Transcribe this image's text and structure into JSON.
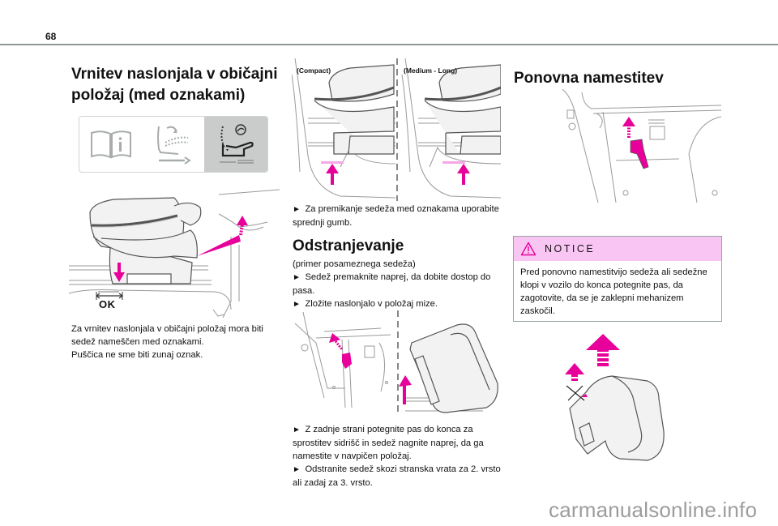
{
  "page": {
    "number": "68",
    "watermark": "carmanualsonline.info"
  },
  "column1": {
    "heading": "Vrnitev naslonjala v običajni položaj (med oznakami)",
    "icons": [
      "book-info-icon",
      "seat-fold-icon",
      "seat-return-icon"
    ],
    "figure_label": "OK",
    "paragraph": [
      "Za vrnitev naslonjala v običajni položaj mora biti sedež nameščen med oznakami.",
      "Puščica ne sme biti zunaj oznak."
    ]
  },
  "column2": {
    "figure_labels": [
      "(Compact)",
      "(Medium - Long)"
    ],
    "intro_bullet": "Za premikanje sedeža med oznakama uporabite sprednji gumb.",
    "section_heading": "Odstranjevanje",
    "section_note": "(primer posameznega sedeža)",
    "bullets": [
      "Sedež premaknite naprej, da dobite dostop do pasa.",
      "Zložite naslonjalo v položaj mize."
    ],
    "bullets_after_figure": [
      "Z zadnje strani potegnite pas do konca za sprostitev sidrišč in sedež nagnite naprej, da ga namestite v navpičen položaj.",
      "Odstranite sedež skozi stranska vrata za 2. vrsto ali zadaj za 3. vrsto."
    ]
  },
  "column3": {
    "heading": "Ponovna namestitev",
    "notice": {
      "title": "NOTICE",
      "icon": "warning-triangle-icon",
      "text": "Pred ponovno namestitvijo sedeža ali sedežne klopi v vozilo do konca potegnite pas, da zagotovite, da se je zaklepni mehanizem zaskočil."
    }
  },
  "colors": {
    "accent": "#e8009a",
    "accent_light": "#f6a8e6",
    "notice_bg": "#f9c6f3",
    "rule": "#8f9a99",
    "line_art": "#9a9a9a"
  }
}
